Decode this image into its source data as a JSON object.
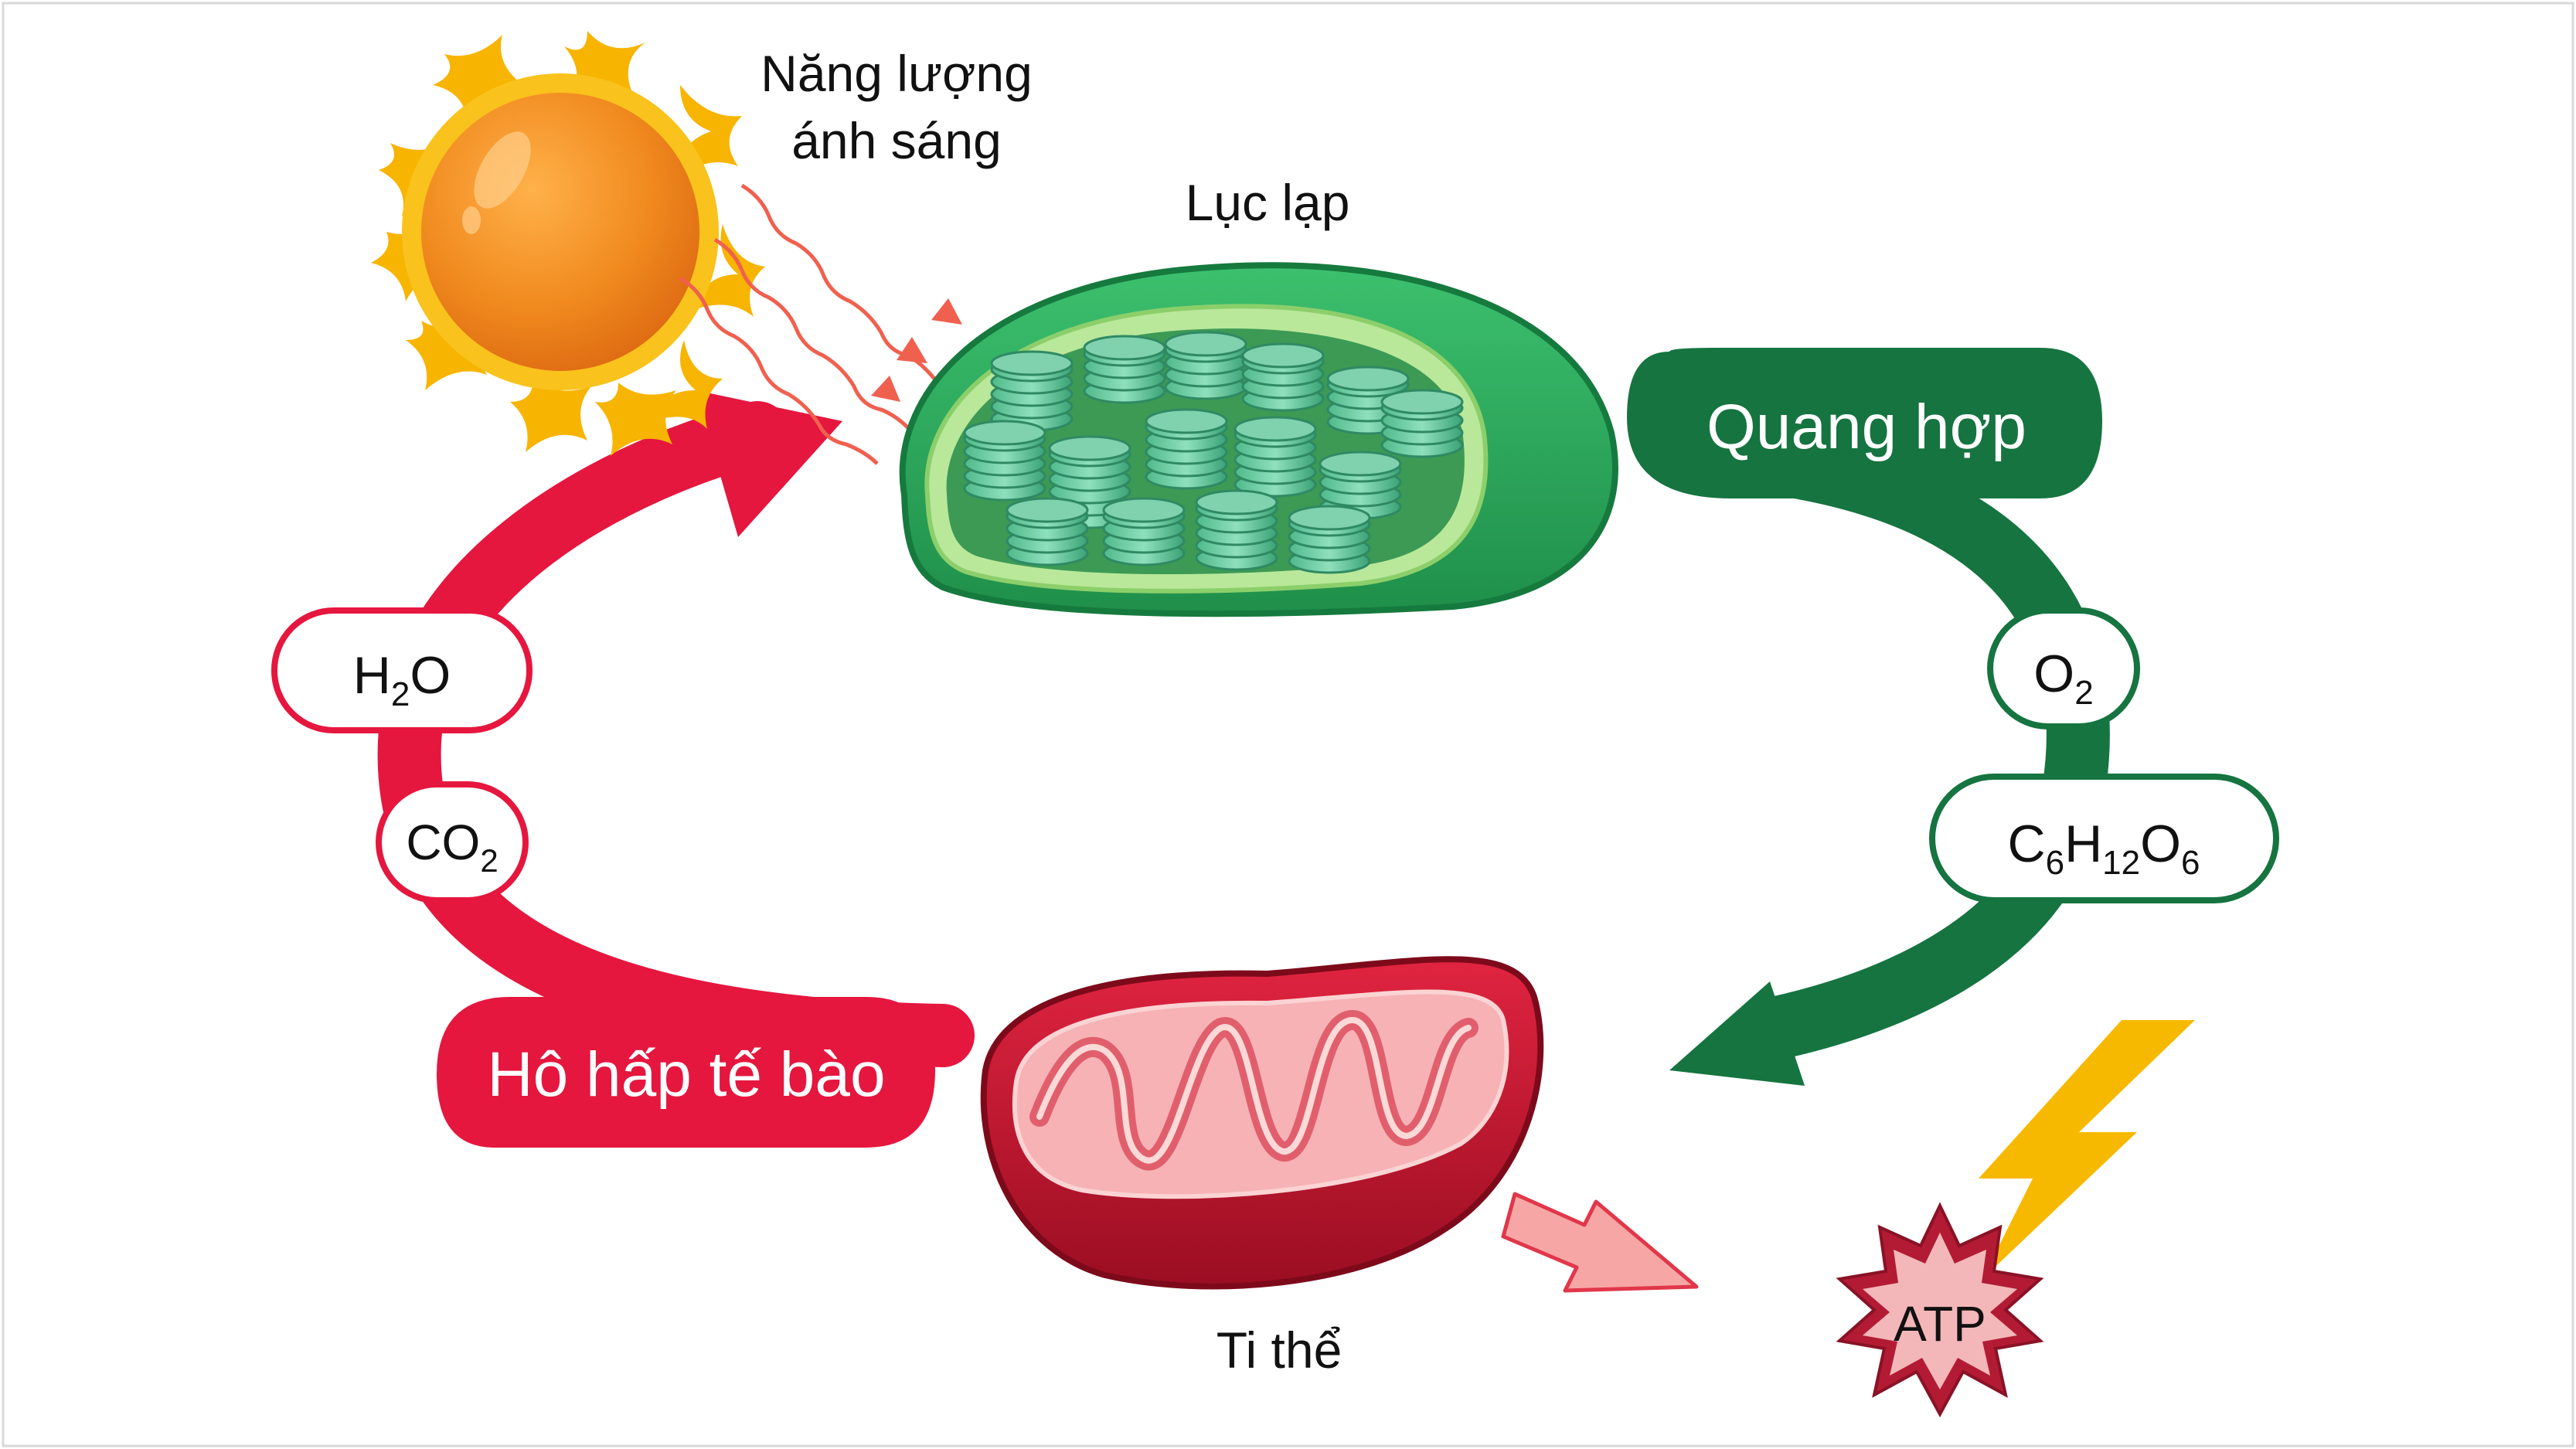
{
  "labels": {
    "light_energy_line1": "Năng lượng",
    "light_energy_line2": "ánh sáng",
    "chloroplast": "Lục lạp",
    "photosynthesis": "Quang hợp",
    "cellular_respiration": "Hô hấp tế bào",
    "mitochondrion": "Ti thể",
    "atp": "ATP"
  },
  "molecules": {
    "water": {
      "base": "H",
      "sub": "2",
      "tail": "O"
    },
    "oxygen": {
      "base": "O",
      "sub": "2"
    },
    "carbon_dioxide": {
      "base": "CO",
      "sub": "2"
    },
    "glucose": {
      "c": "C",
      "c_sub": "6",
      "h": "H",
      "h_sub": "12",
      "o": "O",
      "o_sub": "6"
    }
  },
  "colors": {
    "photosynthesis_green": "#157440",
    "respiration_red": "#e5173f",
    "sun_orange": "#f08a1e",
    "sun_yellow": "#f7b400",
    "chloroplast_green": "#2ea85a",
    "mitochondrion_red": "#c8142e",
    "atp_red": "#b31b34",
    "light_ray": "#f0604f"
  },
  "icons": [
    "sun-icon",
    "chloroplast-icon",
    "mitochondrion-icon",
    "lightning-icon",
    "atp-starburst-icon"
  ]
}
